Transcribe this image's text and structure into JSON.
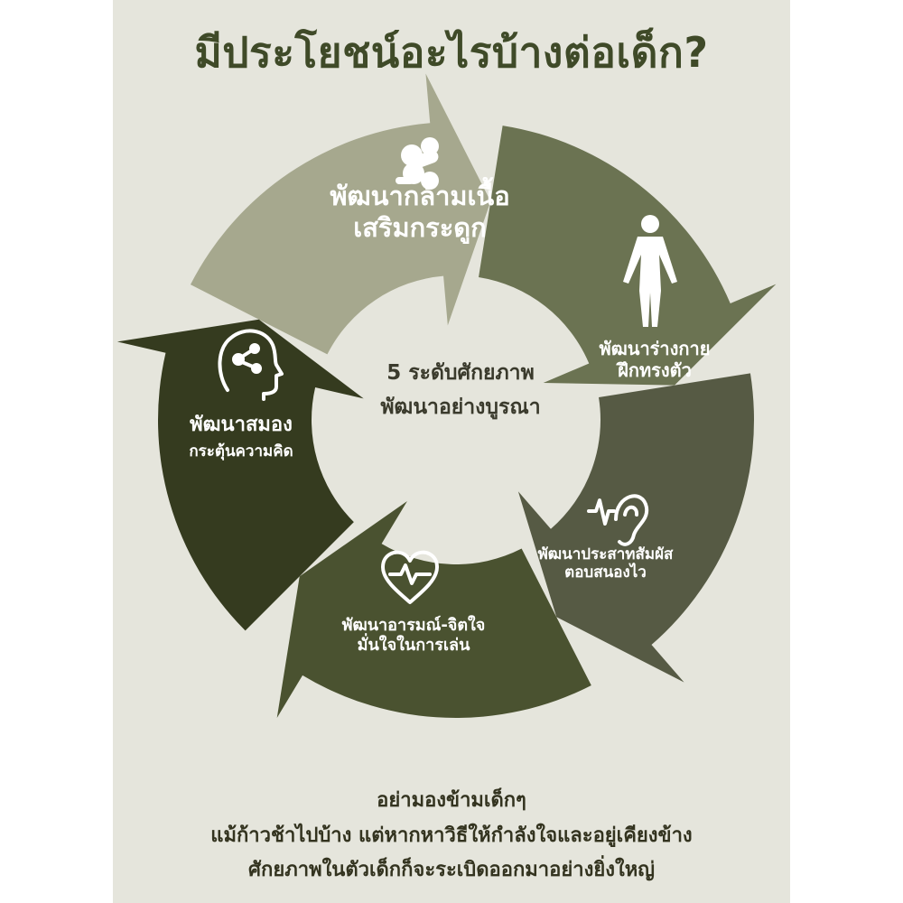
{
  "title": "มีประโยชน์อะไรบ้างต่อเด็ก?",
  "center": {
    "line1": "5 ระดับศักยภาพ",
    "line2": "พัฒนาอย่างบูรณา"
  },
  "segments": [
    {
      "line1": "พัฒนากล้ามเนื้อ",
      "line2": "เสริมกระดูก",
      "icon": "bone-joint-icon",
      "color": "#a6a88e"
    },
    {
      "line1": "พัฒนาร่างกาย",
      "line2": "ฝึกทรงตัว",
      "icon": "human-body-icon",
      "color": "#6b7352"
    },
    {
      "line1": "พัฒนาประสาทสัมผัส",
      "line2": "ตอบสนองไว",
      "icon": "ear-soundwave-icon",
      "color": "#565a44"
    },
    {
      "line1": "พัฒนาอารมณ์-จิตใจ",
      "line2": "มั่นใจในการเล่น",
      "icon": "heart-pulse-icon",
      "color": "#4a5230"
    },
    {
      "line1": "พัฒนาสมอง",
      "line2": "กระตุ้นความคิด",
      "icon": "brain-head-icon",
      "color": "#353b1f"
    }
  ],
  "footer": {
    "line1": "อย่ามองข้ามเด็กๆ",
    "line2": "แม้ก้าวช้าไปบ้าง แต่หากหาวิธีให้กำลังใจและอยู่เคียงข้าง",
    "line3": "ศักยภาพในตัวเด็กก็จะระเบิดออกมาอย่างยิ่งใหญ่"
  }
}
